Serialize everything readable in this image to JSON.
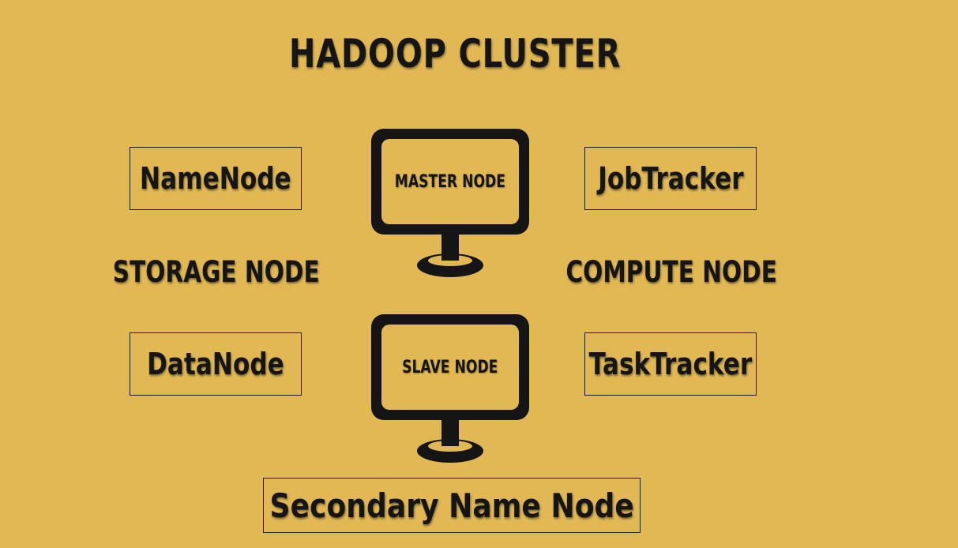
{
  "title": "HADOOP CLUSTER",
  "boxes": {
    "namenode": "NameNode",
    "jobtracker": "JobTracker",
    "datanode": "DataNode",
    "tasktracker": "TaskTracker",
    "secondary": "Secondary Name Node"
  },
  "labels": {
    "storage": "STORAGE NODE",
    "compute": "COMPUTE NODE"
  },
  "monitors": {
    "master": "MASTER NODE",
    "slave": "SLAVE NODE"
  },
  "colors": {
    "background": "#e1b853",
    "foreground": "#151515"
  },
  "icons": [
    "monitor-icon"
  ]
}
